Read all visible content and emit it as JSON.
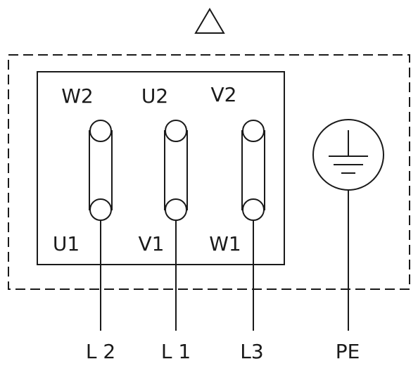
{
  "symbols": {
    "delta": "delta-triangle",
    "ground": "earth-ground"
  },
  "terminals": {
    "top": [
      "W2",
      "U2",
      "V2"
    ],
    "bottom": [
      "U1",
      "V1",
      "W1"
    ]
  },
  "lines": [
    "L 2",
    "L 1",
    "L3",
    "PE"
  ],
  "colors": {
    "stroke": "#1a1a1a",
    "background": "#ffffff"
  }
}
